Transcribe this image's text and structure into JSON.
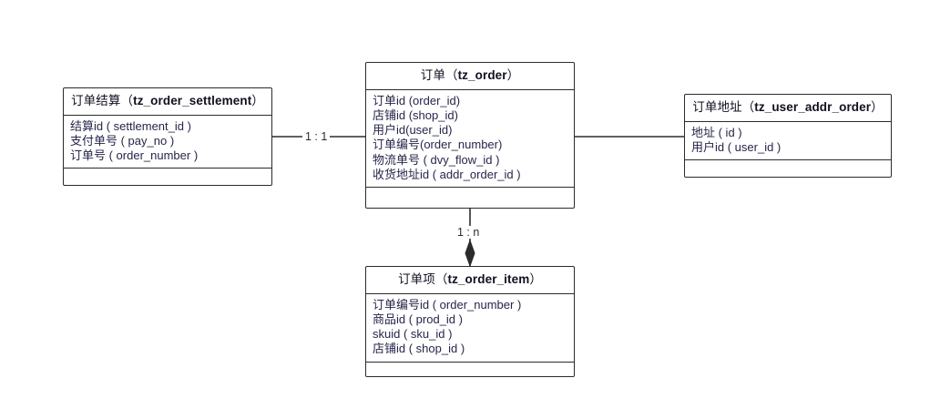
{
  "diagram": {
    "type": "er-diagram",
    "background": "#ffffff",
    "line_color": "#2b2b2b",
    "text_color": "#26264a"
  },
  "entities": {
    "order_settlement": {
      "cn_name": "订单结算",
      "table": "tz_order_settlement",
      "attributes": [
        "结算id ( settlement_id )",
        "支付单号 ( pay_no )",
        "订单号 ( order_number )"
      ]
    },
    "order": {
      "cn_name": "订单",
      "table": "tz_order",
      "attributes": [
        "订单id (order_id)",
        "店铺id (shop_id)",
        "用户id(user_id)",
        "订单编号(order_number)",
        "物流单号 ( dvy_flow_id )",
        "收货地址id ( addr_order_id )"
      ]
    },
    "user_addr_order": {
      "cn_name": "订单地址",
      "table": "tz_user_addr_order",
      "attributes": [
        "地址 ( id )",
        "用户id ( user_id )"
      ]
    },
    "order_item": {
      "cn_name": "订单项",
      "table": "tz_order_item",
      "attributes": [
        "订单编号id ( order_number )",
        "商品id ( prod_id )",
        "skuid ( sku_id )",
        "店铺id ( shop_id )"
      ]
    }
  },
  "relationships": {
    "settlement_to_order": {
      "label": "1 : 1",
      "from": "order_settlement",
      "to": "order",
      "marker": "none"
    },
    "order_to_addr": {
      "label": "",
      "from": "order",
      "to": "user_addr_order",
      "marker": "none"
    },
    "order_to_item": {
      "label": "1 : n",
      "from": "order",
      "to": "order_item",
      "marker": "filled-diamond"
    }
  },
  "paren": {
    "open": "（",
    "close": "）"
  }
}
